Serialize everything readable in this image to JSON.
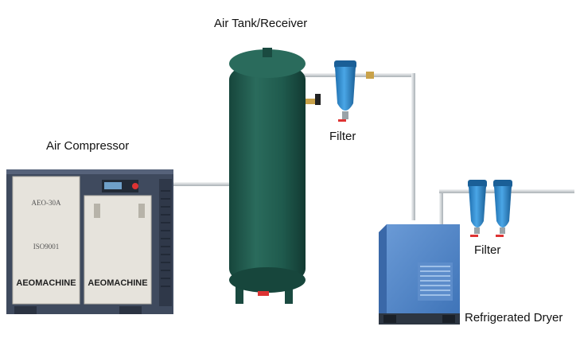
{
  "labels": {
    "tank": "Air Tank/Receiver",
    "compressor": "Air Compressor",
    "filter_top": "Filter",
    "filter_right": "Filter",
    "dryer": "Refrigerated Dryer"
  },
  "compressor_panel": {
    "model": "AEO-30A",
    "cert": "ISO9001",
    "brand_left": "AEOMACHINE",
    "brand_right": "AEOMACHINE"
  },
  "colors": {
    "tank": "#1f5a4d",
    "compressor_body": "#3f4a5e",
    "filter": "#2e86c8",
    "dryer": "#4f86c8",
    "pipe": "#d8dde0"
  }
}
